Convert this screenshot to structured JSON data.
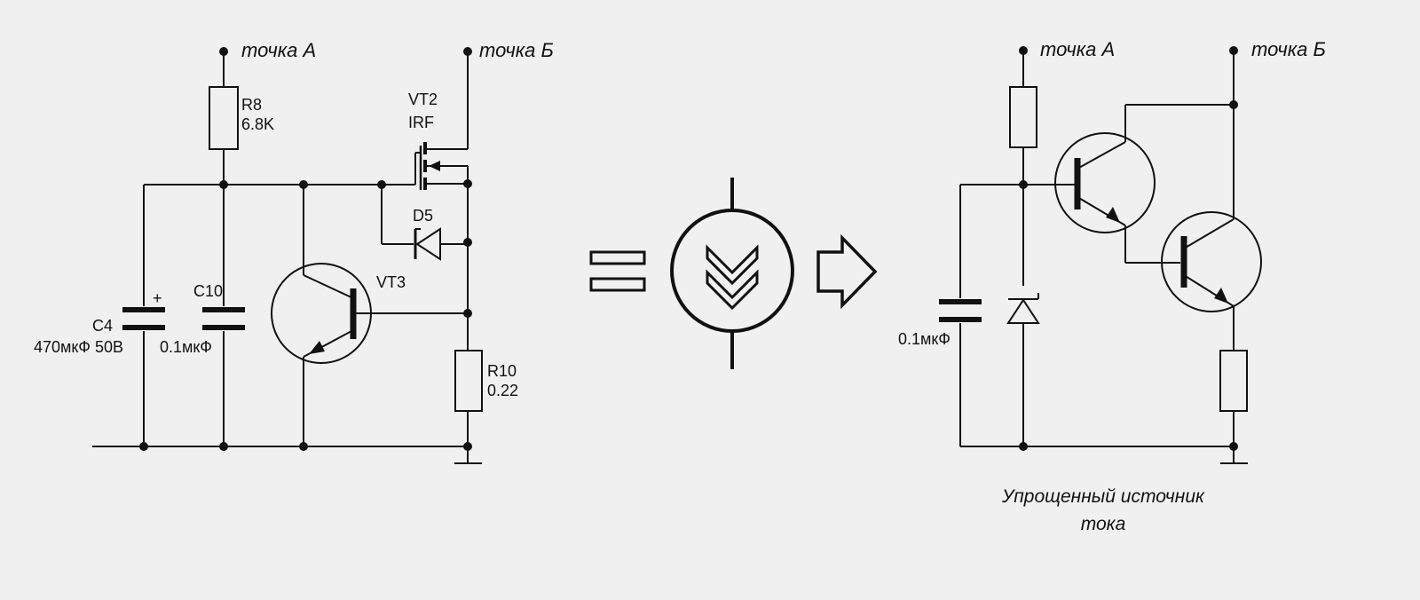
{
  "left_circuit": {
    "point_a": "точка А",
    "point_b": "точка Б",
    "r8_name": "R8",
    "r8_value": "6.8K",
    "vt2_name": "VT2",
    "vt2_type": "IRF",
    "d5_name": "D5",
    "vt3_name": "VT3",
    "c4_name": "C4",
    "c4_value": "470мкФ 50В",
    "c4_polarity": "+",
    "c10_name": "C10",
    "c10_value": "0.1мкФ",
    "r10_name": "R10",
    "r10_value": "0.22"
  },
  "right_circuit": {
    "point_a": "точка А",
    "point_b": "точка Б",
    "cap_value": "0.1мкФ",
    "caption_line1": "Упрощенный источник",
    "caption_line2": "тока"
  }
}
